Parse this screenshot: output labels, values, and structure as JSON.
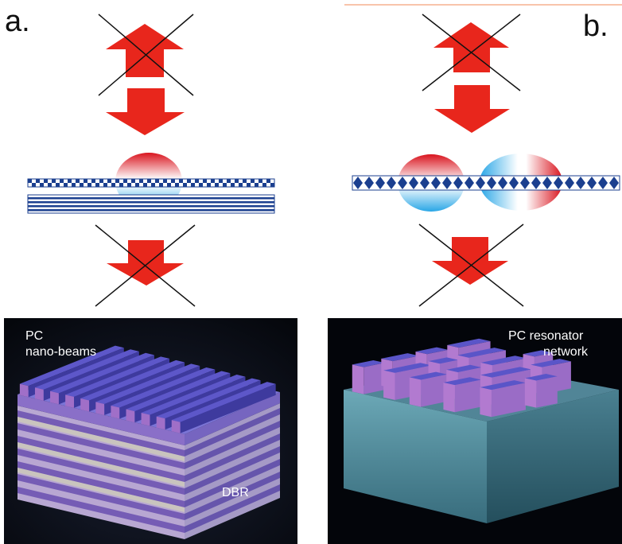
{
  "panels": {
    "a": {
      "letter": "a.",
      "label_structure": "PC",
      "label_structure_2": "nano-beams",
      "label_mirror": "DBR"
    },
    "b": {
      "letter": "b.",
      "label_network": "PC resonator",
      "label_network_2": "network"
    }
  },
  "colors": {
    "arrow": "#e8261c",
    "cross": "#111111",
    "mode_positive": "#d9141e",
    "mode_negative": "#29a6e6",
    "checker": "#1b3f8f",
    "render_background": "#0a0e1a",
    "beam": "#5a55c8",
    "dbr_layer": "#b49ac8",
    "substrate": "#6fb6c8"
  },
  "icons": [
    "arrow-up-icon",
    "arrow-down-icon",
    "cross-icon"
  ]
}
